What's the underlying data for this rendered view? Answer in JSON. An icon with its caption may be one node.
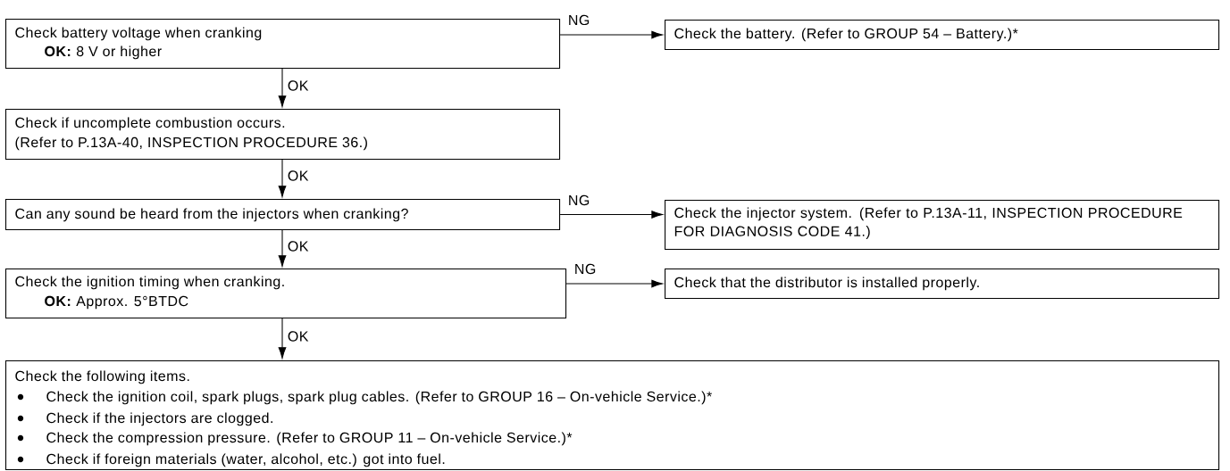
{
  "diagram": {
    "nodes": [
      {
        "text": [
          "Check battery voltage when cranking",
          "**OK:** 8 V or higher"
        ]
      },
      {
        "text": [
          "Check the battery. (Refer to GROUP 54 – Battery.)*"
        ]
      },
      {
        "text": [
          "Check if uncomplete combustion occurs.",
          "(Refer to P.13A-40, INSPECTION PROCEDURE 36.)"
        ]
      },
      {
        "text": [
          "Can any sound be heard from the injectors when cranking?"
        ]
      },
      {
        "text": [
          "Check the injector system. (Refer to P.13A-11, INSPECTION PROCEDURE FOR DIAGNOSIS CODE 41.)"
        ]
      },
      {
        "text": [
          "Check the ignition timing when cranking.",
          "**OK:** Approx. 5°BTDC"
        ]
      },
      {
        "text": [
          "Check that the distributor is installed properly."
        ]
      },
      {
        "text": [
          "Check the following items.",
          "Check the ignition coil, spark plugs, spark plug cables. (Refer to GROUP 16 – On-vehicle Service.)*",
          "Check if the injectors are clogged.",
          "Check the compression pressure. (Refer to GROUP 11 – On-vehicle Service.)*",
          "Check if foreign materials (water, alcohol, etc.) got into fuel."
        ]
      }
    ],
    "edges": [
      {
        "from": 0,
        "to": 1,
        "arrow": "to",
        "label": "NG"
      },
      {
        "from": 0,
        "to": 2,
        "arrow": "to",
        "label": "OK"
      },
      {
        "from": 2,
        "to": 3,
        "arrow": "to",
        "label": "OK"
      },
      {
        "from": 3,
        "to": 4,
        "arrow": "to",
        "label": "NG"
      },
      {
        "from": 3,
        "to": 5,
        "arrow": "to",
        "label": "OK"
      },
      {
        "from": 5,
        "to": 6,
        "arrow": "to",
        "label": "NG"
      },
      {
        "from": 5,
        "to": 7,
        "arrow": "to",
        "label": "OK"
      }
    ]
  }
}
